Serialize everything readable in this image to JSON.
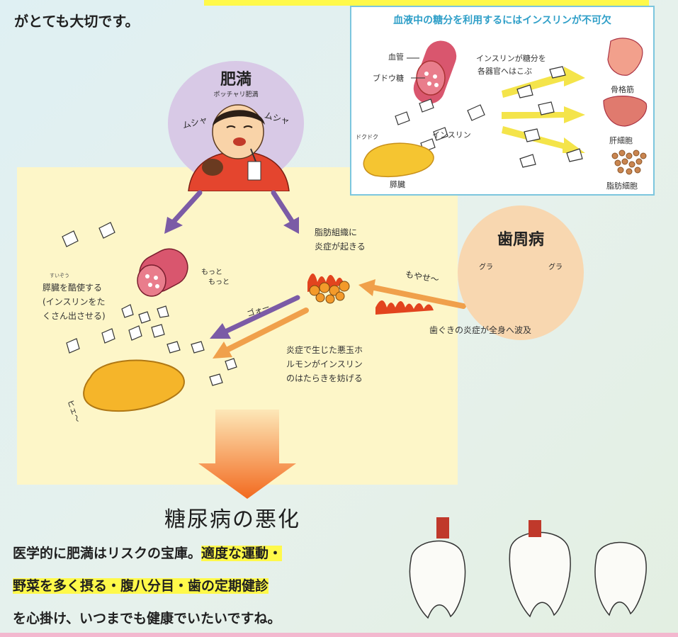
{
  "intro_text": "がとても大切です。",
  "inset": {
    "title": "血液中の糖分を利用するにはインスリンが不可欠",
    "blood_vessel": "血管",
    "glucose": "ブドウ糖",
    "carry": "インスリンが糖分を",
    "carry2": "各器官へはこぶ",
    "insulin": "インスリン",
    "pancreas": "膵臓",
    "muscle": "骨格筋",
    "liver": "肝細胞",
    "fat": "脂肪細胞",
    "sfx_pancreas": "ドクドク"
  },
  "obesity": {
    "title": "肥満",
    "subtitle": "ポッチャリ肥満",
    "sfx_left": "ムシャ",
    "sfx_right": "ムシャ"
  },
  "periodontitis": {
    "title": "歯周病",
    "sfx_left": "グラ",
    "sfx_right": "グラ",
    "caption": "歯ぐきの炎症が全身へ波及",
    "sfx_moya": "もやせ〜"
  },
  "left_text": [
    "膵臓を酷使する",
    "(インスリンをた",
    "くさん出させる)"
  ],
  "left_ruby": "すいぞう",
  "motto": [
    "もっと",
    "もっと"
  ],
  "fat_inflam": [
    "脂肪組織に",
    "炎症が起きる"
  ],
  "goo": "ゴォー",
  "bad_hormone": [
    "炎症で生じた悪玉ホ",
    "ルモンがインスリン",
    "のはたらきを妨げる"
  ],
  "hie": "ヒェ〜",
  "big_result": "糖尿病の悪化",
  "closing": {
    "line1_plain": "医学的に肥満はリスクの宝庫。",
    "line1_hl": "適度な運動・",
    "line2_hl": "野菜を多く摂る・腹八分目・歯の定期健診",
    "line3": "を心掛け、いつまでも健康でいたいですね。"
  },
  "colors": {
    "highlight": "#fff94a",
    "inset_title": "#2f9fc8",
    "purple_arrow": "#7b5ba6",
    "orange_arrow": "#f0a04b",
    "big_arrow": "#f26a1f"
  }
}
